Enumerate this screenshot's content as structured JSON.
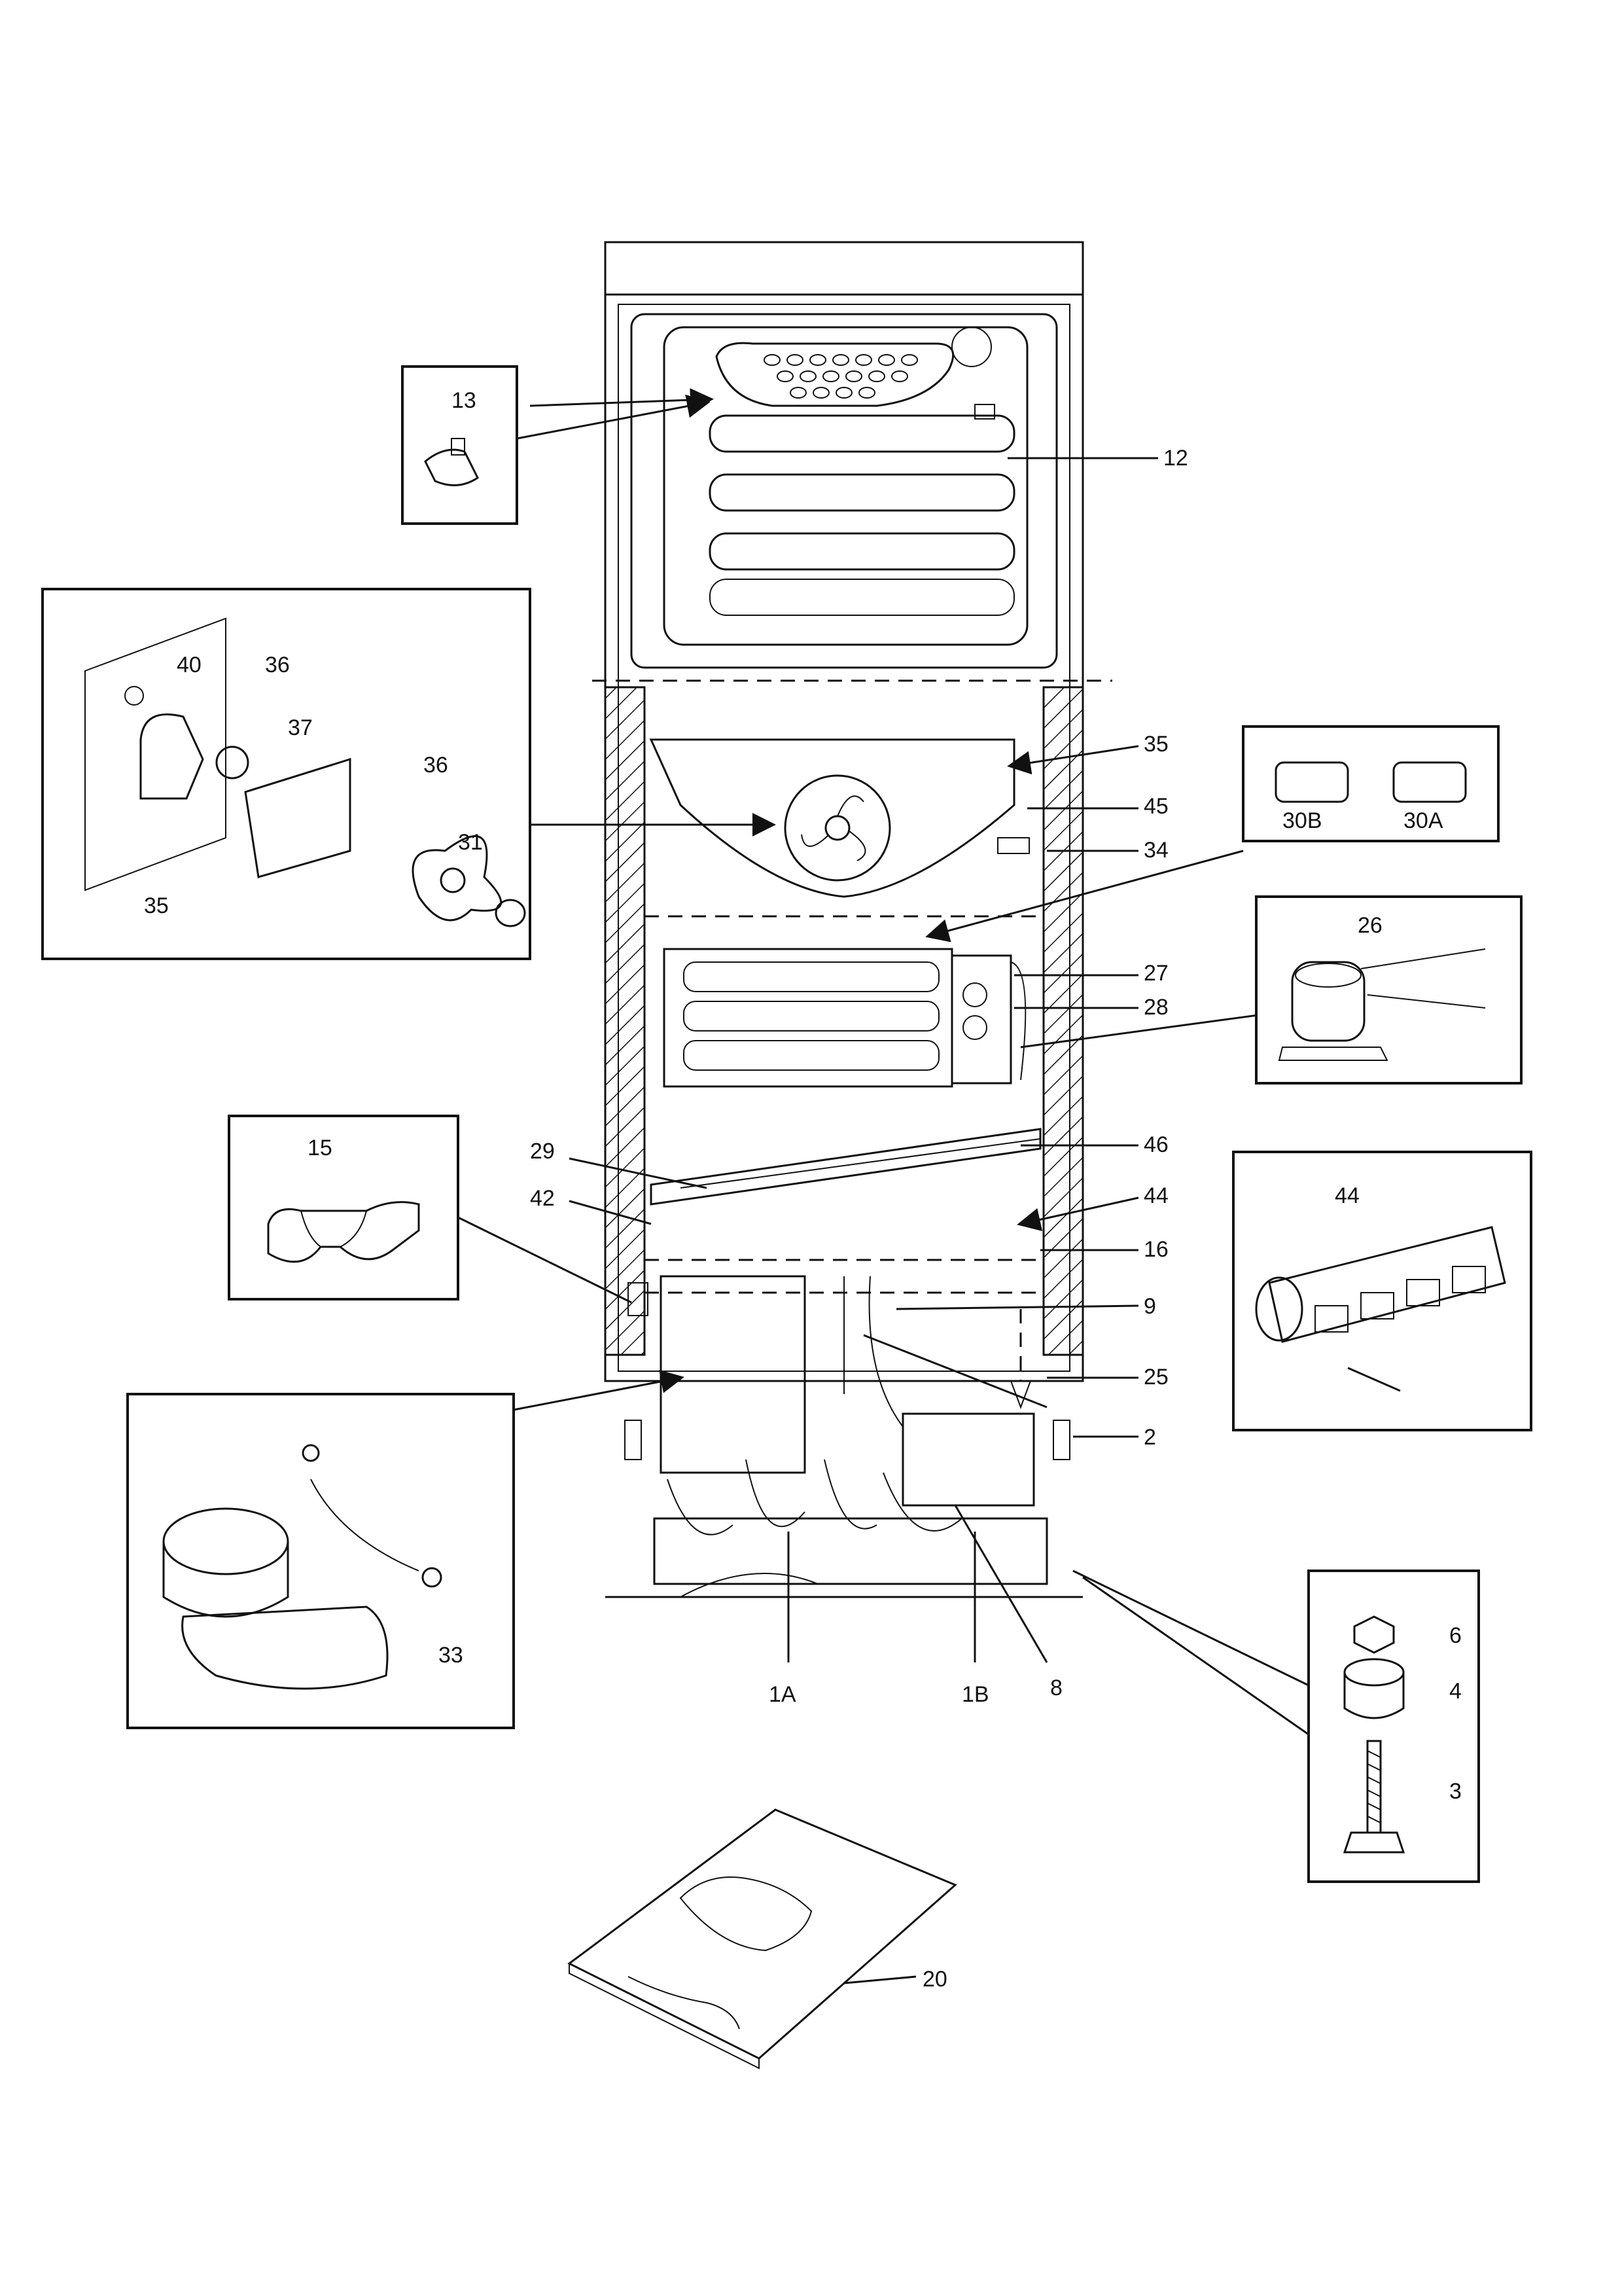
{
  "diagram": {
    "callouts": {
      "c13": "13",
      "c12": "12",
      "c40": "40",
      "c36a": "36",
      "c37": "37",
      "c36b": "36",
      "c35a": "35",
      "c31": "31",
      "c35b": "35",
      "c45": "45",
      "c34": "34",
      "c30b": "30B",
      "c30a": "30A",
      "c26": "26",
      "c27": "27",
      "c28": "28",
      "c46": "46",
      "c29": "29",
      "c42": "42",
      "c44a": "44",
      "c44b": "44",
      "c15": "15",
      "c16": "16",
      "c9": "9",
      "c25": "25",
      "c2": "2",
      "c33": "33",
      "c1a": "1A",
      "c1b": "1B",
      "c8": "8",
      "c6": "6",
      "c4": "4",
      "c3": "3",
      "c20": "20"
    }
  }
}
